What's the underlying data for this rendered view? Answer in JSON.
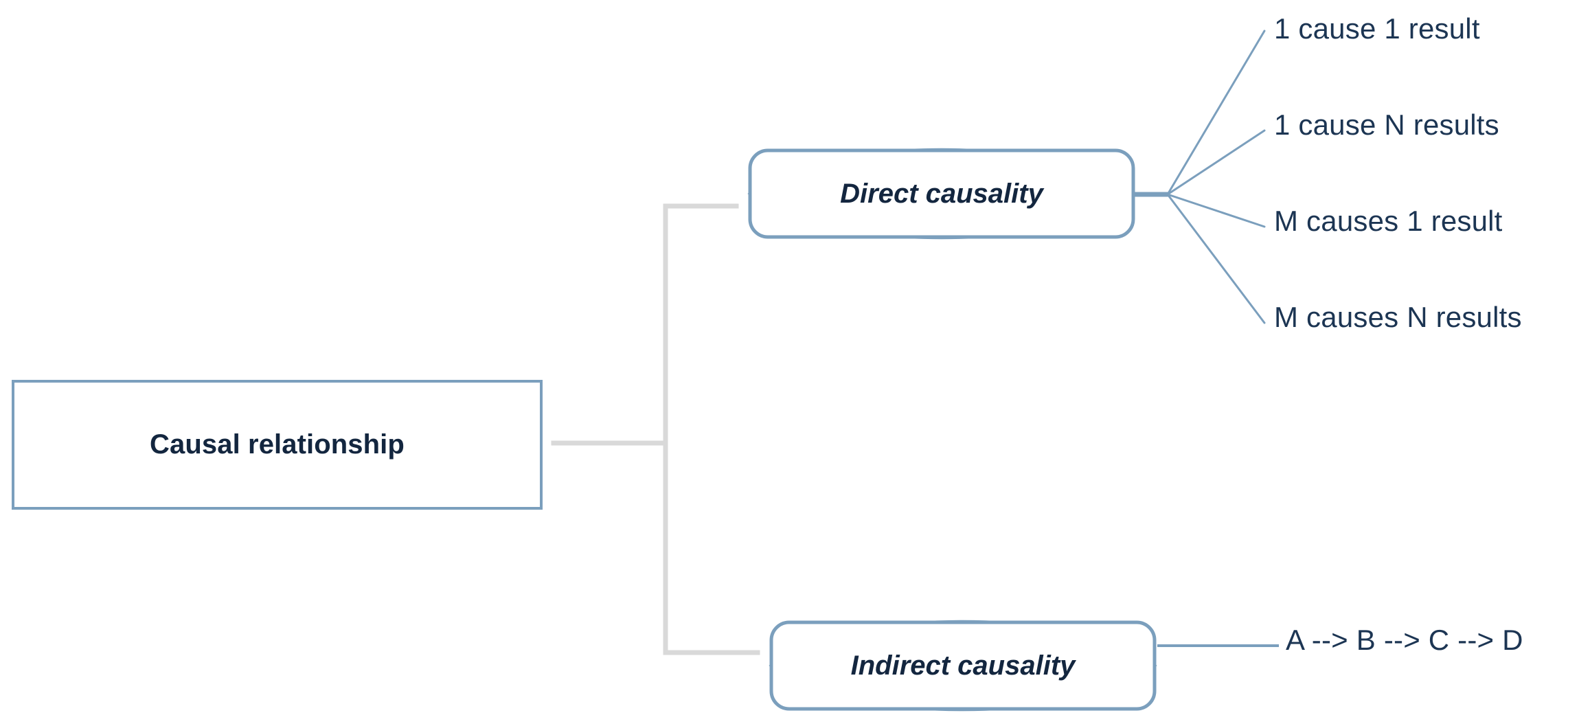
{
  "diagram": {
    "type": "mind-map",
    "root": {
      "label": "Causal relationship"
    },
    "branches": [
      {
        "id": "direct",
        "label": "Direct causality",
        "leaves": [
          {
            "label": "1 cause 1 result"
          },
          {
            "label": "1 cause N results"
          },
          {
            "label": "M causes 1 result"
          },
          {
            "label": "M causes N results"
          }
        ]
      },
      {
        "id": "indirect",
        "label": "Indirect causality",
        "leaves": [
          {
            "label": "A --> B --> C --> D"
          }
        ]
      }
    ],
    "colors": {
      "node_border": "#7b9fbd",
      "text_dark": "#13263f",
      "leaf_text": "#1c3553",
      "trunk_connector": "#d9d9d9",
      "branch_connector": "#7b9fbd",
      "background": "#ffffff"
    }
  }
}
